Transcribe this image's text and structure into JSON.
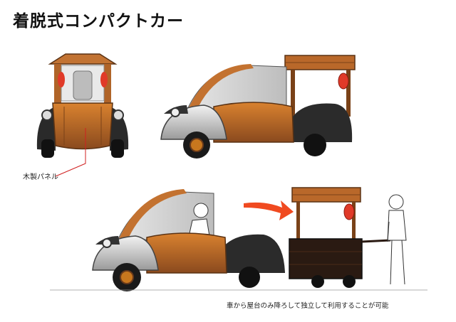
{
  "title": "着脱式コンパクトカー",
  "callout_label": "木製パネル",
  "caption": "車から屋台のみ降ろして独立して利用することが可能",
  "colors": {
    "wood": "#b8651f",
    "wood_dark": "#6a3a1a",
    "body_dark": "#2a2a2a",
    "chrome": "#c8c8c8",
    "lantern_red": "#e03a28",
    "arrow_red": "#f04a20",
    "callout_line": "#d02020"
  }
}
